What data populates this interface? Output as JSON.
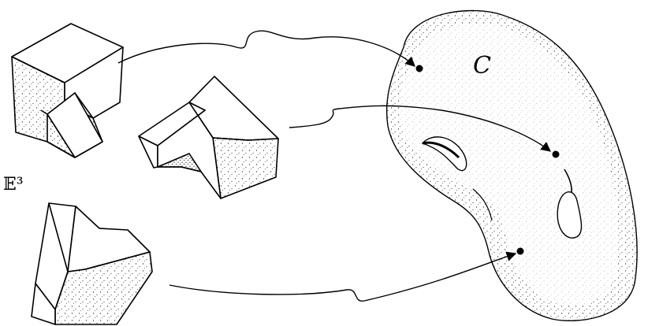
{
  "labels": {
    "space": "𝔼³",
    "curve_or_config_space": "C"
  },
  "colors": {
    "ink": "#000000",
    "paper": "#ffffff",
    "stipple": "#444444"
  },
  "objects": [
    {
      "name": "shape-top-left",
      "kind": "L-shaped prism"
    },
    {
      "name": "shape-middle",
      "kind": "L-shaped prism"
    },
    {
      "name": "shape-bottom",
      "kind": "L-shaped prism"
    }
  ],
  "mappings": [
    {
      "from": "shape-top-left",
      "to": "point-upper"
    },
    {
      "from": "shape-middle",
      "to": "point-right"
    },
    {
      "from": "shape-bottom",
      "to": "point-lower"
    }
  ]
}
